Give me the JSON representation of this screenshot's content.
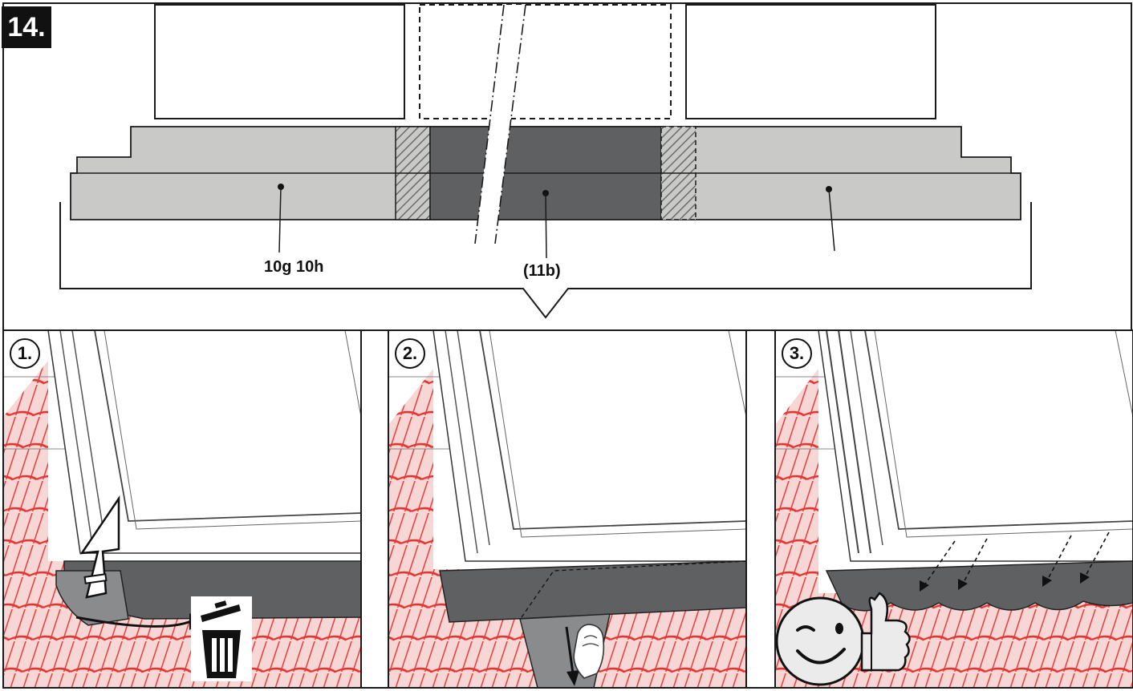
{
  "step": {
    "number": "14."
  },
  "labels": {
    "left_part": "10g 10h",
    "middle_part": "(11b)",
    "right_part": ""
  },
  "panels": [
    {
      "badge": "1."
    },
    {
      "badge": "2."
    },
    {
      "badge": "3."
    }
  ],
  "colors": {
    "flashing_light": "#c9cac8",
    "flashing_dark": "#5f6062",
    "tile_red": "#e2352f",
    "tile_pink": "#f7d6d6",
    "outline": "#1a1a1a"
  },
  "icons": [
    "trash-icon",
    "up-arrow-icon",
    "hand-icon",
    "smiley-wink-icon",
    "thumbs-up-icon"
  ]
}
